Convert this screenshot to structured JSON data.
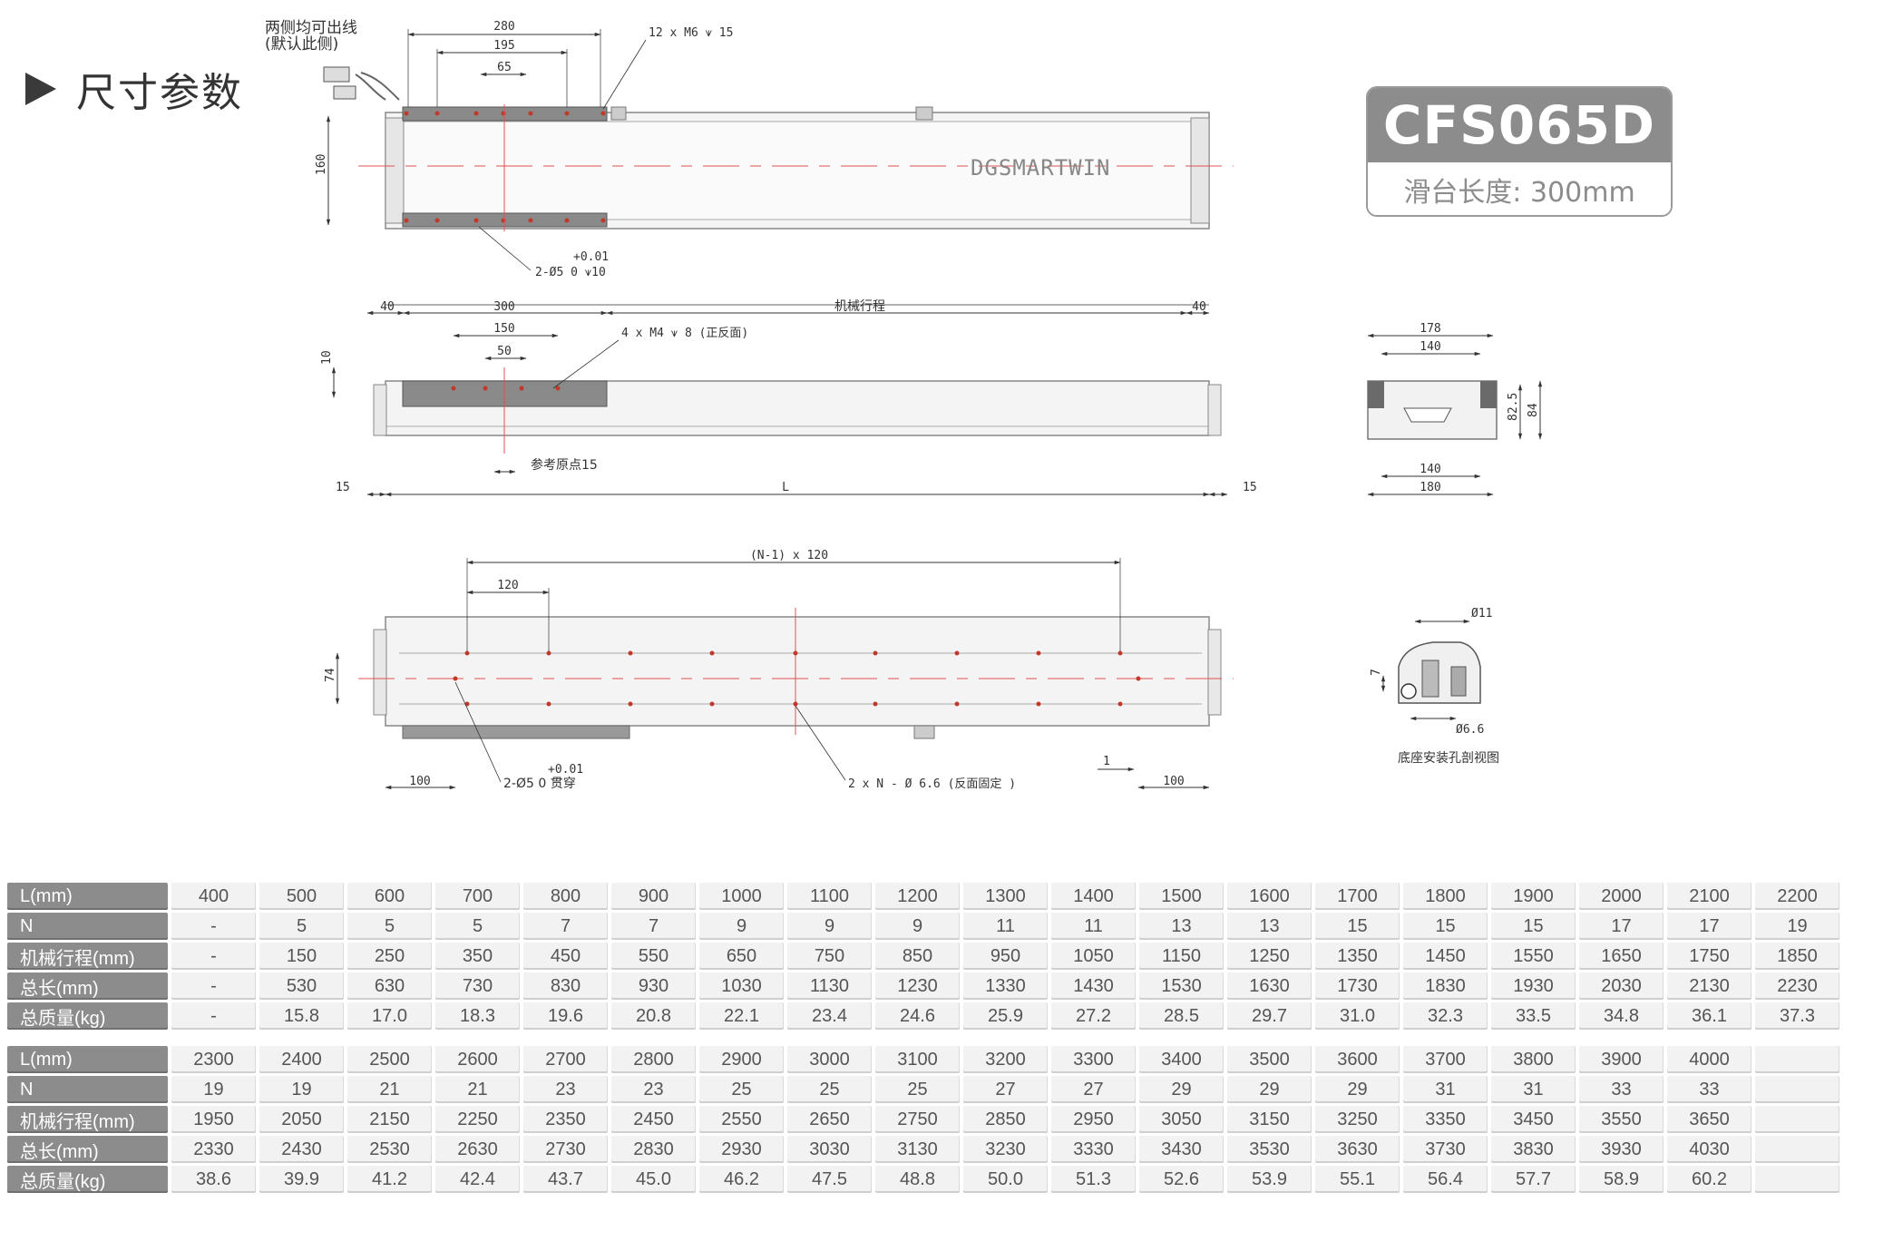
{
  "heading": {
    "title": "尺寸参数"
  },
  "badge": {
    "model": "CFS065D",
    "subtitle": "滑台长度: 300mm"
  },
  "drawing": {
    "top_view": {
      "cable_note_1": "两侧均可出线",
      "cable_note_2": "(默认此侧)",
      "dim_280": "280",
      "dim_195": "195",
      "dim_65": "65",
      "hole_note": "12 x M6 ⩛ 15",
      "dim_160": "160",
      "brand": "DGSMARTWIN",
      "pin_tol": "+0.01",
      "pin_note": "2-Ø5  0   ⩛10"
    },
    "side_view": {
      "dim_40_left": "40",
      "dim_300": "300",
      "dim_150": "150",
      "dim_50": "50",
      "stroke_label": "机械行程",
      "dim_40_right": "40",
      "hole_note": "4 x M4 ⩛ 8 (正反面)",
      "dim_10": "10",
      "origin_note": "参考原点15",
      "dim_15_left": "15",
      "dim_L": "L",
      "dim_15_right": "15"
    },
    "bottom_view": {
      "pitch_note": "(N-1) x 120",
      "dim_120": "120",
      "dim_74": "74",
      "pin_tol": "+0.01",
      "pin_note": "2-Ø5  0    贯穿",
      "dim_100_left": "100",
      "mount_note": "2 x N - Ø 6.6 (反面固定 )",
      "dim_1": "1",
      "dim_100_right": "100"
    },
    "end_view": {
      "dim_178": "178",
      "dim_140_top": "140",
      "dim_82_5": "82.5",
      "dim_84": "84",
      "dim_140_bottom": "140",
      "dim_180": "180"
    },
    "section_view": {
      "dim_d11": "Ø11",
      "dim_7": "7",
      "dim_d6_6": "Ø6.6",
      "caption": "底座安装孔剖视图"
    }
  },
  "table1": {
    "rows": [
      {
        "label": "L(mm)",
        "values": [
          "400",
          "500",
          "600",
          "700",
          "800",
          "900",
          "1000",
          "1100",
          "1200",
          "1300",
          "1400",
          "1500",
          "1600",
          "1700",
          "1800",
          "1900",
          "2000",
          "2100",
          "2200"
        ]
      },
      {
        "label": "N",
        "values": [
          "-",
          "5",
          "5",
          "5",
          "7",
          "7",
          "9",
          "9",
          "9",
          "11",
          "11",
          "13",
          "13",
          "15",
          "15",
          "15",
          "17",
          "17",
          "19"
        ]
      },
      {
        "label": "机械行程(mm)",
        "values": [
          "-",
          "150",
          "250",
          "350",
          "450",
          "550",
          "650",
          "750",
          "850",
          "950",
          "1050",
          "1150",
          "1250",
          "1350",
          "1450",
          "1550",
          "1650",
          "1750",
          "1850"
        ]
      },
      {
        "label": "总长(mm)",
        "values": [
          "-",
          "530",
          "630",
          "730",
          "830",
          "930",
          "1030",
          "1130",
          "1230",
          "1330",
          "1430",
          "1530",
          "1630",
          "1730",
          "1830",
          "1930",
          "2030",
          "2130",
          "2230"
        ]
      },
      {
        "label": "总质量(kg)",
        "values": [
          "-",
          "15.8",
          "17.0",
          "18.3",
          "19.6",
          "20.8",
          "22.1",
          "23.4",
          "24.6",
          "25.9",
          "27.2",
          "28.5",
          "29.7",
          "31.0",
          "32.3",
          "33.5",
          "34.8",
          "36.1",
          "37.3"
        ]
      }
    ]
  },
  "table2": {
    "rows": [
      {
        "label": "L(mm)",
        "values": [
          "2300",
          "2400",
          "2500",
          "2600",
          "2700",
          "2800",
          "2900",
          "3000",
          "3100",
          "3200",
          "3300",
          "3400",
          "3500",
          "3600",
          "3700",
          "3800",
          "3900",
          "4000",
          ""
        ]
      },
      {
        "label": "N",
        "values": [
          "19",
          "19",
          "21",
          "21",
          "23",
          "23",
          "25",
          "25",
          "25",
          "27",
          "27",
          "29",
          "29",
          "29",
          "31",
          "31",
          "33",
          "33",
          ""
        ]
      },
      {
        "label": "机械行程(mm)",
        "values": [
          "1950",
          "2050",
          "2150",
          "2250",
          "2350",
          "2450",
          "2550",
          "2650",
          "2750",
          "2850",
          "2950",
          "3050",
          "3150",
          "3250",
          "3350",
          "3450",
          "3550",
          "3650",
          ""
        ]
      },
      {
        "label": "总长(mm)",
        "values": [
          "2330",
          "2430",
          "2530",
          "2630",
          "2730",
          "2830",
          "2930",
          "3030",
          "3130",
          "3230",
          "3330",
          "3430",
          "3530",
          "3630",
          "3730",
          "3830",
          "3930",
          "4030",
          ""
        ]
      },
      {
        "label": "总质量(kg)",
        "values": [
          "38.6",
          "39.9",
          "41.2",
          "42.4",
          "43.7",
          "45.0",
          "46.2",
          "47.5",
          "48.8",
          "50.0",
          "51.3",
          "52.6",
          "53.9",
          "55.1",
          "56.4",
          "57.7",
          "58.9",
          "60.2",
          ""
        ]
      }
    ]
  }
}
